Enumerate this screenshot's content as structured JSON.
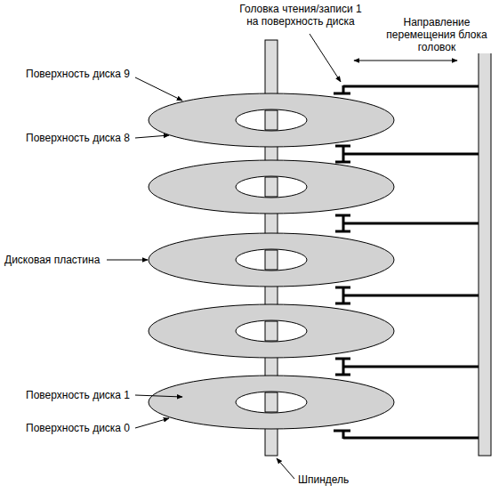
{
  "diagram": {
    "labels": [
      "Головка чтения/записи 1 на поверхность диска",
      "Направление перемещения блока головок",
      "Поверхность диска 9",
      "Поверхность диска 8",
      "Дисковая пластина",
      "Поверхность диска 1",
      "Поверхность диска 0",
      "Шпиндель"
    ]
  }
}
